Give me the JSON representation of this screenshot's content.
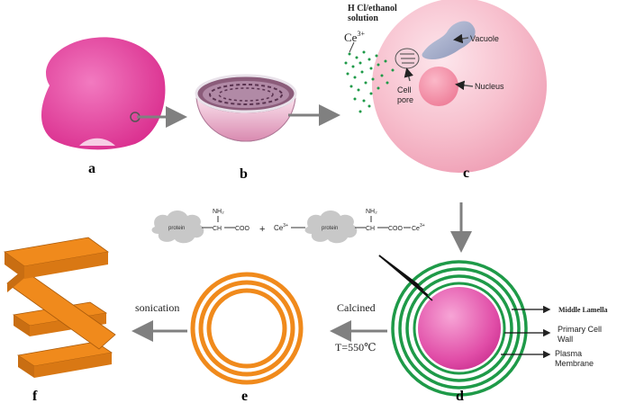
{
  "panels": {
    "a": "a",
    "b": "b",
    "c": "c",
    "d": "d",
    "e": "e",
    "f": "f"
  },
  "cell_c": {
    "solution_line1": "H Cl/ethanol",
    "solution_line2": "solution",
    "ion": "Ce",
    "ion_charge": "3+",
    "vacuole": "Vacuole",
    "nucleus": "Nucleus",
    "cell_pore_line1": "Cell",
    "cell_pore_line2": "pore"
  },
  "reaction": {
    "protein_left": "protein",
    "protein_right": "protein",
    "nh2_left": "NH₂",
    "nh2_right": "NH₂",
    "ch_left": "CH",
    "ch_right": "CH",
    "coo_left": "COO",
    "coo_right": "COO",
    "plus": "+",
    "ce_ion": "Ce",
    "ce_charge": "3+",
    "ce_bound": "Ce",
    "ce_bound_charge": "3+"
  },
  "cell_d": {
    "middle_lamella": "Middle Lamella",
    "primary_wall_line1": "Primary Cell",
    "primary_wall_line2": "Wall",
    "plasma_line1": "Plasma",
    "plasma_line2": "Membrane"
  },
  "steps": {
    "calcined": "Calcined",
    "temperature": "T=550℃",
    "sonication": "sonication"
  },
  "colors": {
    "pink": "#e8409a",
    "cell_pink": "#f7c3cf",
    "green": "#1e9a48",
    "orange": "#f08a1c",
    "arrow": "#808080"
  }
}
